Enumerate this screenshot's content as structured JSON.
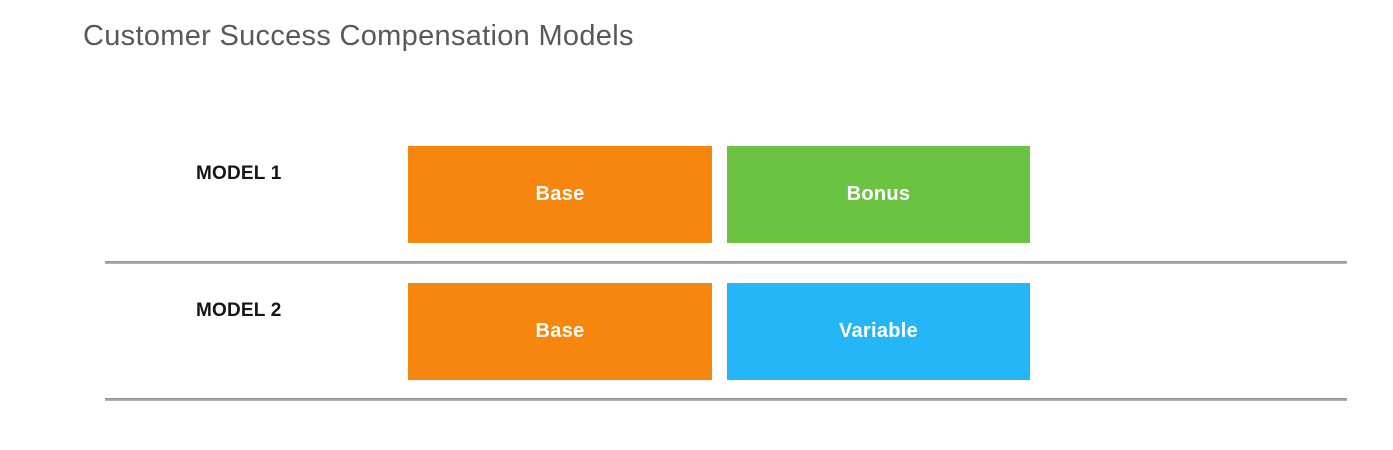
{
  "title": "Customer Success Compensation Models",
  "colors": {
    "base_orange": "#f7860e",
    "bonus_green": "#6cc342",
    "variable_blue": "#24b6f7",
    "divider_gray": "#9b9da0",
    "title_gray": "#58595c",
    "box_text_white": "#ffffff"
  },
  "models": [
    {
      "label": "MODEL 1",
      "segments": [
        {
          "name": "Base",
          "color": "#f7860e"
        },
        {
          "name": "Bonus",
          "color": "#6cc342"
        }
      ]
    },
    {
      "label": "MODEL 2",
      "segments": [
        {
          "name": "Base",
          "color": "#f7860e"
        },
        {
          "name": "Variable",
          "color": "#24b6f7"
        }
      ]
    }
  ]
}
